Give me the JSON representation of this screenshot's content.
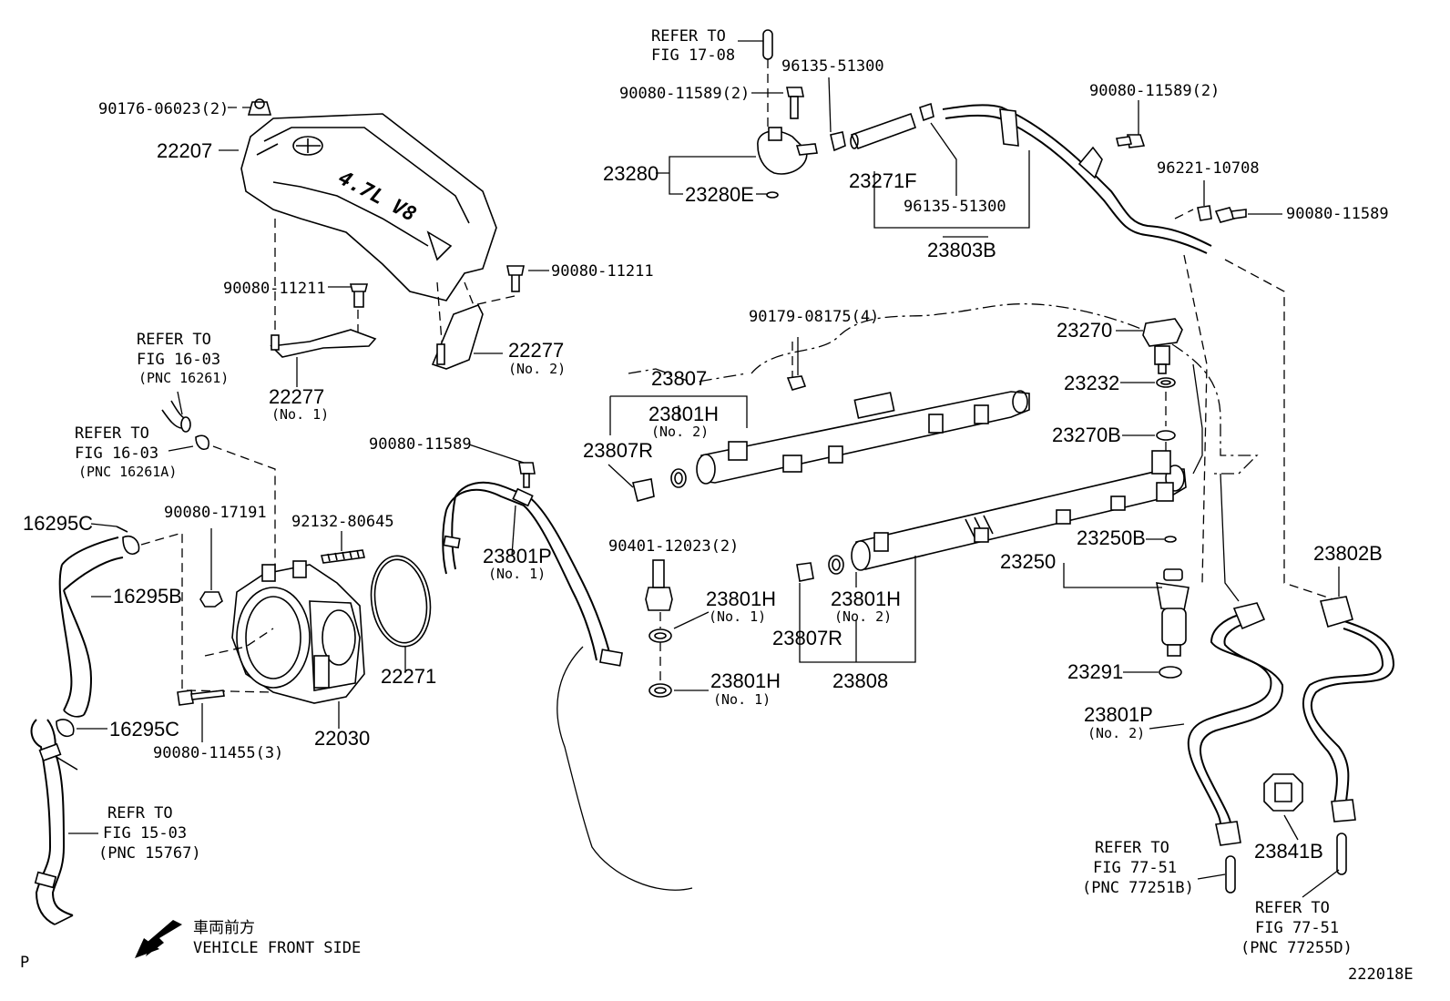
{
  "labels": {
    "p90176": "90176-06023(2)",
    "p22207": "22207",
    "p90080_11211_a": "90080-11211",
    "p90080_11211_b": "90080-11211",
    "p22277_1": "22277",
    "p22277_1_sub": "(No. 1)",
    "p22277_2": "22277",
    "p22277_2_sub": "(No. 2)",
    "refer_1603_a_1": "REFER TO",
    "refer_1603_a_2": "FIG 16-03",
    "refer_1603_a_3": "(PNC 16261)",
    "refer_1603_b_1": "REFER TO",
    "refer_1603_b_2": "FIG 16-03",
    "refer_1603_b_3": "(PNC 16261A)",
    "p16295C_a": "16295C",
    "p16295B": "16295B",
    "p16295C_b": "16295C",
    "p90080_17191": "90080-17191",
    "p92132": "92132-80645",
    "p90080_11455": "90080-11455(3)",
    "p22030": "22030",
    "p22271": "22271",
    "refr_1503_1": "REFR TO",
    "refr_1503_2": "FIG 15-03",
    "refr_1503_3": "(PNC 15767)",
    "front_jp": "車両前方",
    "front_en": "VEHICLE FRONT SIDE",
    "corner_p": "P",
    "refer_1708_1": "REFER TO",
    "refer_1708_2": "FIG 17-08",
    "p96135_a": "96135-51300",
    "p90080_11589_a": "90080-11589(2)",
    "p23280": "23280",
    "p23280E": "23280E",
    "p23271F": "23271F",
    "p96135_b": "96135-51300",
    "p23803B": "23803B",
    "p90080_11589_b": "90080-11589(2)",
    "p96221": "96221-10708",
    "p90080_11589_c": "90080-11589",
    "p90179": "90179-08175(4)",
    "p23807": "23807",
    "p23801H_a": "23801H",
    "p23801H_a_sub": "(No. 2)",
    "p23807R_a": "23807R",
    "p90080_11589_d": "90080-11589",
    "p23801P_1": "23801P",
    "p23801P_1_sub": "(No. 1)",
    "p90401": "90401-12023(2)",
    "p23801H_b": "23801H",
    "p23801H_b_sub": "(No. 1)",
    "p23801H_c": "23801H",
    "p23801H_c_sub": "(No. 1)",
    "p23801H_d": "23801H",
    "p23801H_d_sub": "(No. 2)",
    "p23807R_b": "23807R",
    "p23808": "23808",
    "p23270": "23270",
    "p23232": "23232",
    "p23270B": "23270B",
    "p23250B": "23250B",
    "p23250": "23250",
    "p23291": "23291",
    "p23801P_2": "23801P",
    "p23801P_2_sub": "(No. 2)",
    "p23802B": "23802B",
    "p23841B": "23841B",
    "refer_7751_a_1": "REFER TO",
    "refer_7751_a_2": "FIG 77-51",
    "refer_7751_a_3": "(PNC 77251B)",
    "refer_7751_b_1": "REFER TO",
    "refer_7751_b_2": "FIG 77-51",
    "refer_7751_b_3": "(PNC 77255D)",
    "diagram_id": "222018E",
    "cover_logo": "4.7L V8"
  }
}
